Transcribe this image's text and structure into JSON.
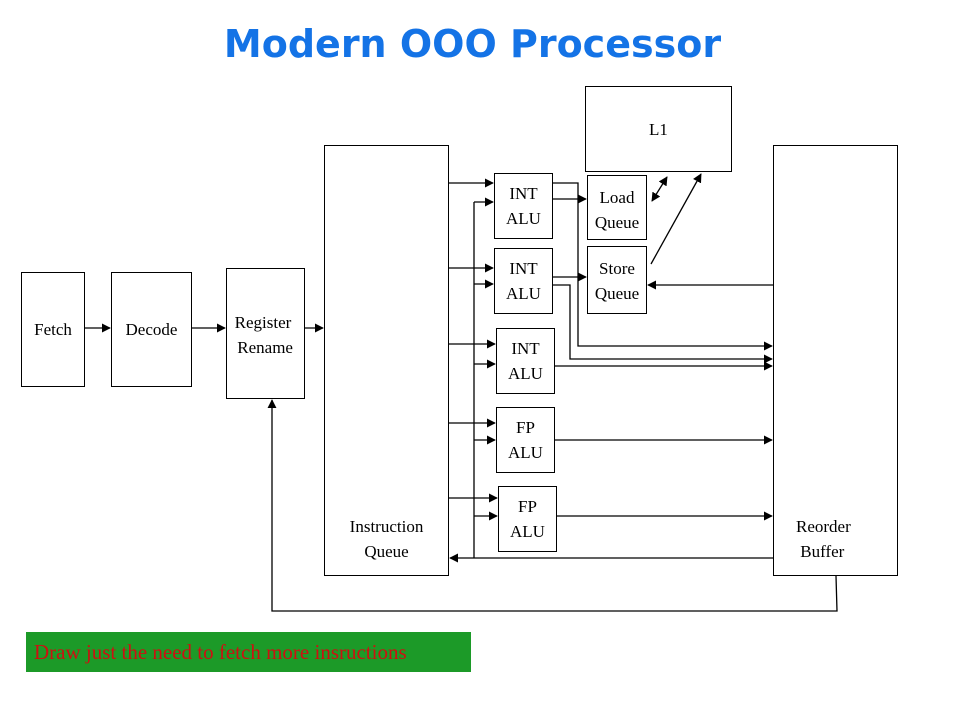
{
  "title": "Modern OOO Processor",
  "blocks": {
    "fetch": "Fetch",
    "decode": "Decode",
    "rename": "Register\n Rename",
    "iq": "Instruction\nQueue",
    "alu1": "INT\nALU",
    "alu2": "INT\nALU",
    "alu3": "INT\nALU",
    "fp1": "FP\nALU",
    "fp2": "FP\nALU",
    "l1": "L1",
    "loadq": "Load\nQueue",
    "storeq": "Store\nQueue",
    "rob": "Reorder\n Buffer"
  },
  "note": "Draw just the need to fetch more insructions",
  "colors": {
    "title": "#1473e6",
    "note_bg": "#1c9a28",
    "note_text": "#cc1111"
  }
}
